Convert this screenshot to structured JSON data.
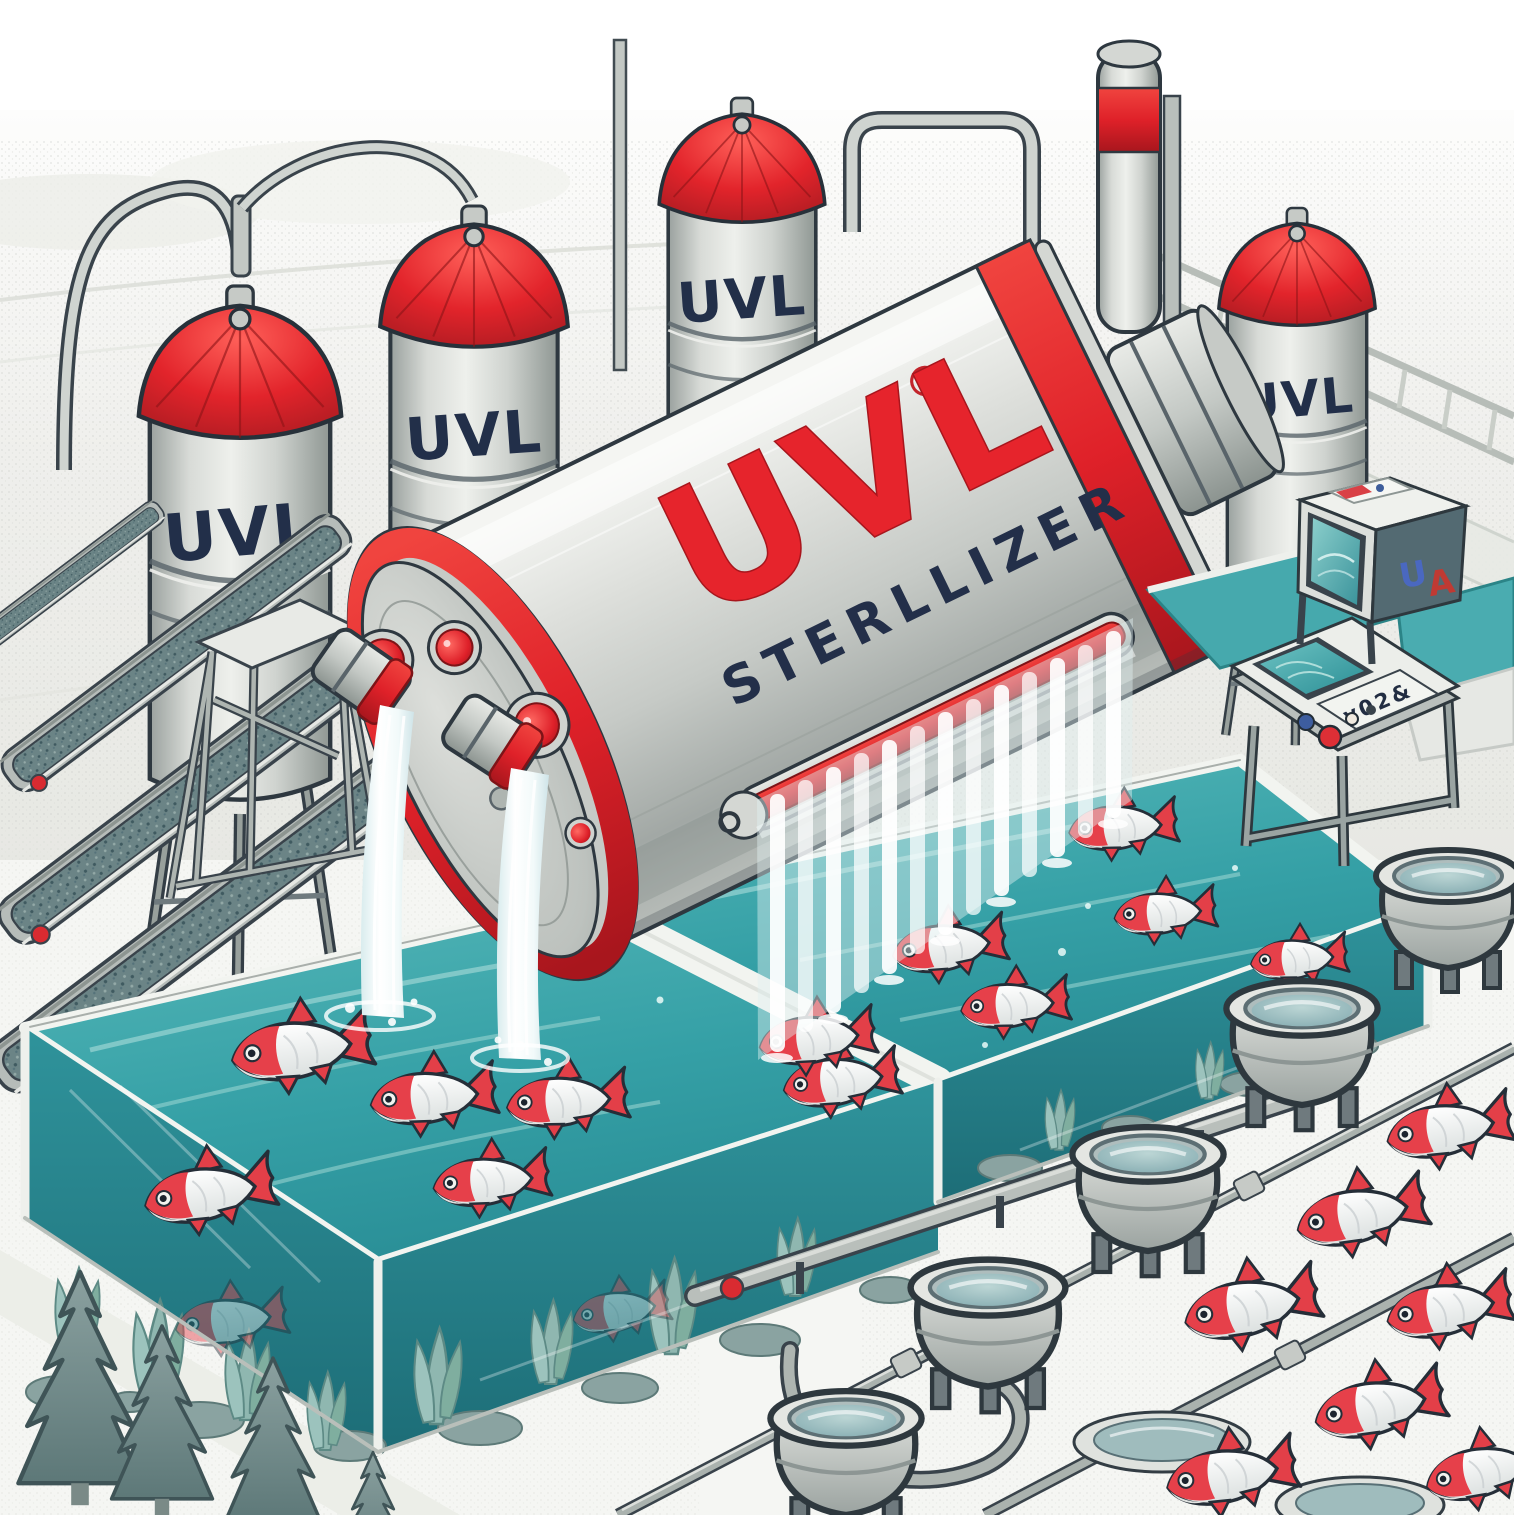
{
  "labels": {
    "tank_brand": "UVL",
    "tank_subtitle": "STERLLIZER",
    "registered_mark": "®",
    "silo_1": "UVL",
    "silo_2": "UVL",
    "silo_3": "UVL",
    "silo_4": "UVL",
    "monitor_side_u": "U",
    "monitor_side_a": "A",
    "kiosk_glyphs": "y02&"
  },
  "palette": {
    "brand_red": "#e6242c",
    "label_navy": "#232f49",
    "water_teal": "#3aa7ab",
    "deep_teal": "#1f7f88",
    "metal_light": "#eceee9",
    "metal_mid": "#c3c7c3",
    "metal_dark": "#8f9793",
    "fish_red": "#e6404a",
    "fish_body": "#f4f6f2",
    "ground": "#efefec"
  }
}
